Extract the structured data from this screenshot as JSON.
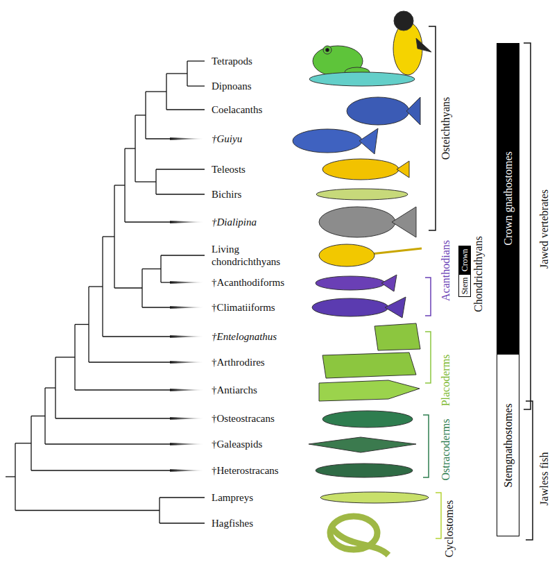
{
  "diagram": {
    "nodes": [
      {
        "text": [
          "Crown"
        ]
      },
      {
        "text": [
          "Stem"
        ]
      },
      {
        "text": [
          "Crown gnathostomes"
        ]
      },
      {
        "text": [
          "Stemgnathostomes"
        ]
      }
    ],
    "labels": [
      "Tetrapods",
      "Dipnoans",
      "Coelacanths",
      "†Guiyu",
      "Teleosts",
      "Bichirs",
      "†Dialipina",
      "Living chondrichthyans",
      "†Acanthodiforms",
      "†Climatiiforms",
      "†Entelognathus",
      "†Arthrodires",
      "†Antiarchs",
      "†Osteostracans",
      "†Galeaspids",
      "†Heterostracans",
      "Lampreys",
      "Hagfishes",
      "Osteichthyans",
      "Chondrichthyans",
      "Acanthodians",
      "Placoderms",
      "Ostracoderms",
      "Cyclostomes",
      "Jawed vertebrates",
      "Jawless fish"
    ]
  }
}
